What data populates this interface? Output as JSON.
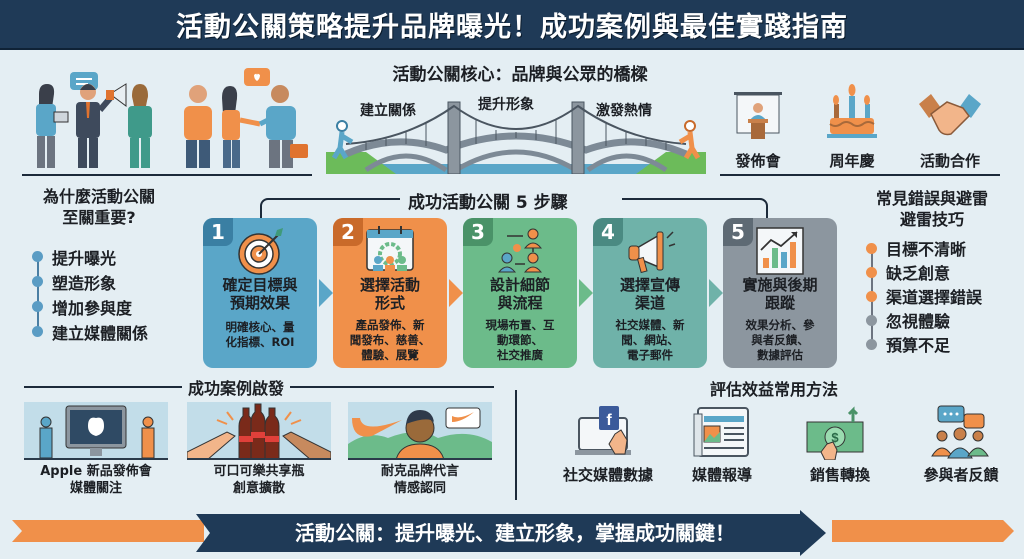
{
  "header": {
    "title": "活動公關策略提升品牌曝光！成功案例與最佳實踐指南"
  },
  "top": {
    "people_illustration": "people-networking-illustration",
    "bridge": {
      "title": "活動公關核心：品牌與公眾的橋樑",
      "labels": [
        "建立關係",
        "提升形象",
        "激發熱情"
      ]
    },
    "events": [
      {
        "icon": "podium-presentation-icon",
        "label": "發佈會"
      },
      {
        "icon": "birthday-cake-icon",
        "label": "周年慶"
      },
      {
        "icon": "handshake-icon",
        "label": "活動合作"
      }
    ]
  },
  "why": {
    "title_line1": "為什麼活動公關",
    "title_line2": "至關重要?",
    "items": [
      "提升曝光",
      "塑造形象",
      "增加參與度",
      "建立媒體關係"
    ],
    "dot_color": "#5a9cc4"
  },
  "steps": {
    "title": "成功活動公關 5 步驟",
    "items": [
      {
        "num": "1",
        "title_line1": "確定目標與",
        "title_line2": "預期效果",
        "desc": [
          "明確核心、量",
          "化指標、ROI"
        ],
        "icon": "target-icon",
        "color": "#5aa6c8",
        "num_color": "#3a7fa3"
      },
      {
        "num": "2",
        "title_line1": "選擇活動",
        "title_line2": "形式",
        "desc": [
          "產品發佈、新",
          "聞發布、慈善、",
          "體驗、展覽"
        ],
        "icon": "calendar-team-icon",
        "color": "#f0904a",
        "num_color": "#c96a2a"
      },
      {
        "num": "3",
        "title_line1": "設計細節",
        "title_line2": "與流程",
        "desc": [
          "現場布置、互",
          "動環節、",
          "社交推廣"
        ],
        "icon": "workflow-people-icon",
        "color": "#6cbb8a",
        "num_color": "#4a9268"
      },
      {
        "num": "4",
        "title_line1": "選擇宣傳",
        "title_line2": "渠道",
        "desc": [
          "社交媒體、新",
          "聞、網站、",
          "電子郵件"
        ],
        "icon": "megaphone-icon",
        "color": "#6fb2a9",
        "num_color": "#4a8a82"
      },
      {
        "num": "5",
        "title_line1": "實施與後期",
        "title_line2": "跟蹤",
        "desc": [
          "效果分析、參",
          "與者反饋、",
          "數據評估"
        ],
        "icon": "growth-chart-icon",
        "color": "#8c969f",
        "num_color": "#5e6a74"
      }
    ]
  },
  "mistakes": {
    "title_line1": "常見錯誤與避雷",
    "title_line2": "避雷技巧",
    "items": [
      {
        "label": "目標不清晰",
        "color": "#f0904a"
      },
      {
        "label": "缺乏創意",
        "color": "#f0904a"
      },
      {
        "label": "渠道選擇錯誤",
        "color": "#f0904a"
      },
      {
        "label": "忽視體驗",
        "color": "#8c969f"
      },
      {
        "label": "預算不足",
        "color": "#8c969f"
      }
    ]
  },
  "cases": {
    "title": "成功案例啟發",
    "items": [
      {
        "icon": "apple-launch-illustration",
        "line1": "Apple 新品發佈會",
        "line2": "媒體關注"
      },
      {
        "icon": "coke-bottles-illustration",
        "line1": "可口可樂共享瓶",
        "line2": "創意擴散"
      },
      {
        "icon": "nike-endorsement-illustration",
        "line1": "耐克品牌代言",
        "line2": "情感認同"
      }
    ]
  },
  "evaluation": {
    "title": "評估效益常用方法",
    "items": [
      {
        "icon": "social-media-laptop-icon",
        "label": "社交媒體數據"
      },
      {
        "icon": "news-article-icon",
        "label": "媒體報導"
      },
      {
        "icon": "money-growth-icon",
        "label": "銷售轉換"
      },
      {
        "icon": "audience-feedback-icon",
        "label": "參與者反饋"
      }
    ]
  },
  "footer": {
    "banner": "活動公關：提升曝光、建立形象，掌握成功關鍵！"
  },
  "colors": {
    "navy": "#1f3a57",
    "background": "#e4eef3",
    "orange": "#f0904a",
    "blue": "#5aa6c8",
    "green": "#6cbb8a",
    "teal": "#6fb2a9",
    "gray": "#8c969f"
  }
}
